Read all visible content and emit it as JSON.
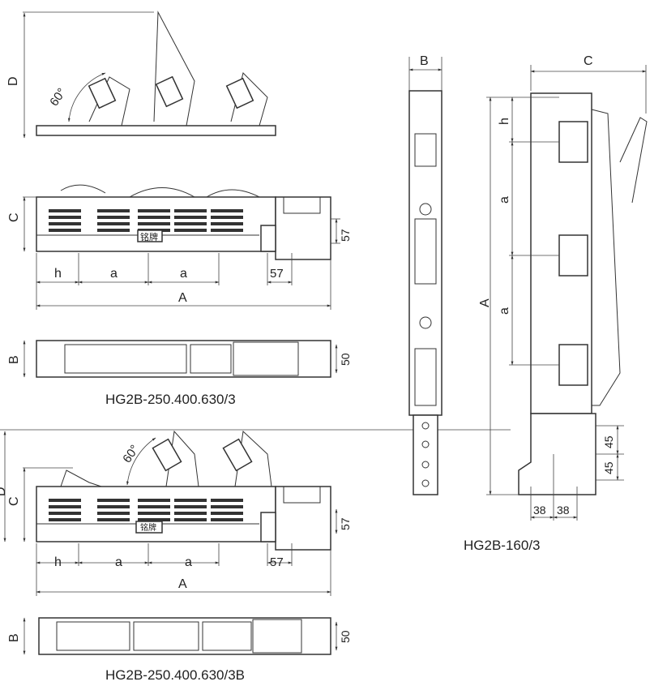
{
  "figures": {
    "fig1": {
      "dim_d": "D",
      "angle": "60°"
    },
    "fig2": {
      "dim_c": "C",
      "dim_57_v": "57",
      "dim_h": "h",
      "dim_a1": "a",
      "dim_a2": "a",
      "dim_57_h": "57",
      "dim_a_total": "A",
      "nameplate": "铭牌"
    },
    "fig3": {
      "dim_b": "B",
      "dim_50": "50",
      "caption": "HG2B-250.400.630/3"
    },
    "fig4": {
      "dim_d": "D",
      "angle": "60°",
      "dim_c": "C",
      "dim_57_v": "57",
      "dim_h": "h",
      "dim_a1": "a",
      "dim_a2": "a",
      "dim_57_h": "57",
      "dim_a_total": "A",
      "nameplate": "铭牌"
    },
    "fig5": {
      "dim_b": "B",
      "dim_50": "50",
      "caption": "HG2B-250.400.630/3B"
    },
    "fig6": {
      "dim_b": "B"
    },
    "fig7": {
      "dim_c": "C",
      "dim_h": "h",
      "dim_a1": "a",
      "dim_a2": "a",
      "dim_a_total": "A",
      "dim_45a": "45",
      "dim_45b": "45",
      "dim_38a": "38",
      "dim_38b": "38",
      "caption": "HG2B-160/3"
    }
  }
}
